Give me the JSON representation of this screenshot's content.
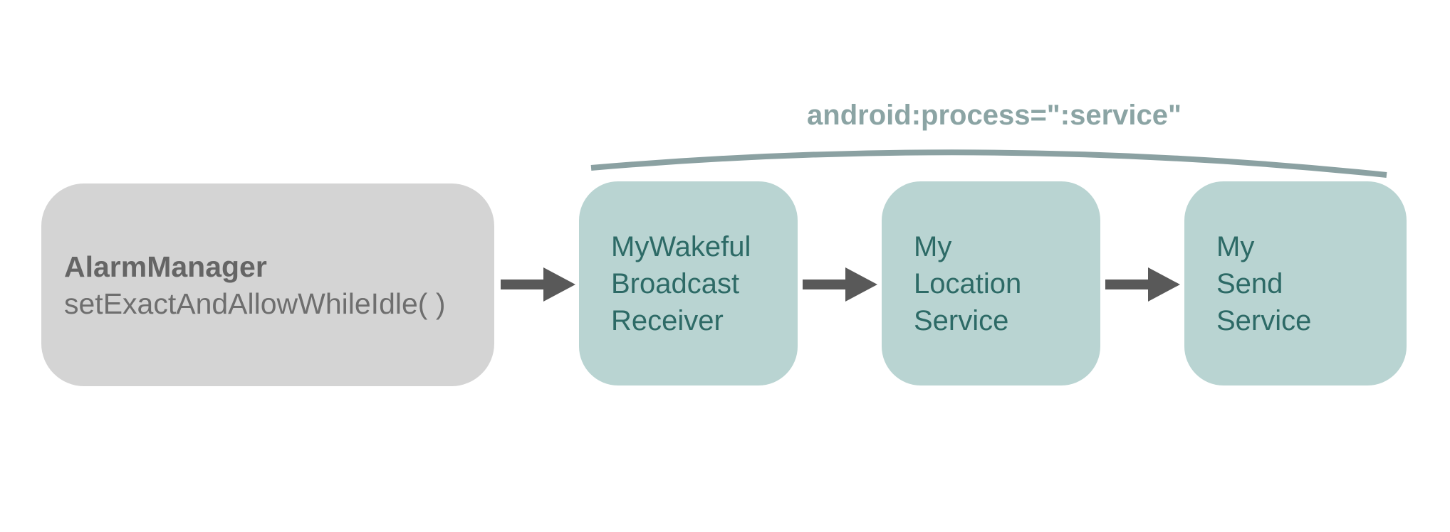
{
  "diagram": {
    "scope_label": "android:process=\":service\"",
    "source_node": {
      "title": "AlarmManager",
      "subtitle": "setExactAndAllowWhileIdle( )"
    },
    "process_nodes": [
      {
        "lines": [
          "MyWakeful",
          "Broadcast",
          "Receiver"
        ]
      },
      {
        "lines": [
          "My",
          "Location",
          "Service"
        ]
      },
      {
        "lines": [
          "My",
          "Send",
          "Service"
        ]
      }
    ],
    "arrow_count": 3,
    "colors": {
      "background": "#ffffff",
      "gray_node_fill": "#d4d4d4",
      "gray_node_text": "#696969",
      "teal_node_fill": "#b9d4d2",
      "teal_node_text": "#2d6a66",
      "arrow": "#595959",
      "scope_arc": "#8ba1a2",
      "scope_label_text": "#8ba4a4"
    }
  }
}
